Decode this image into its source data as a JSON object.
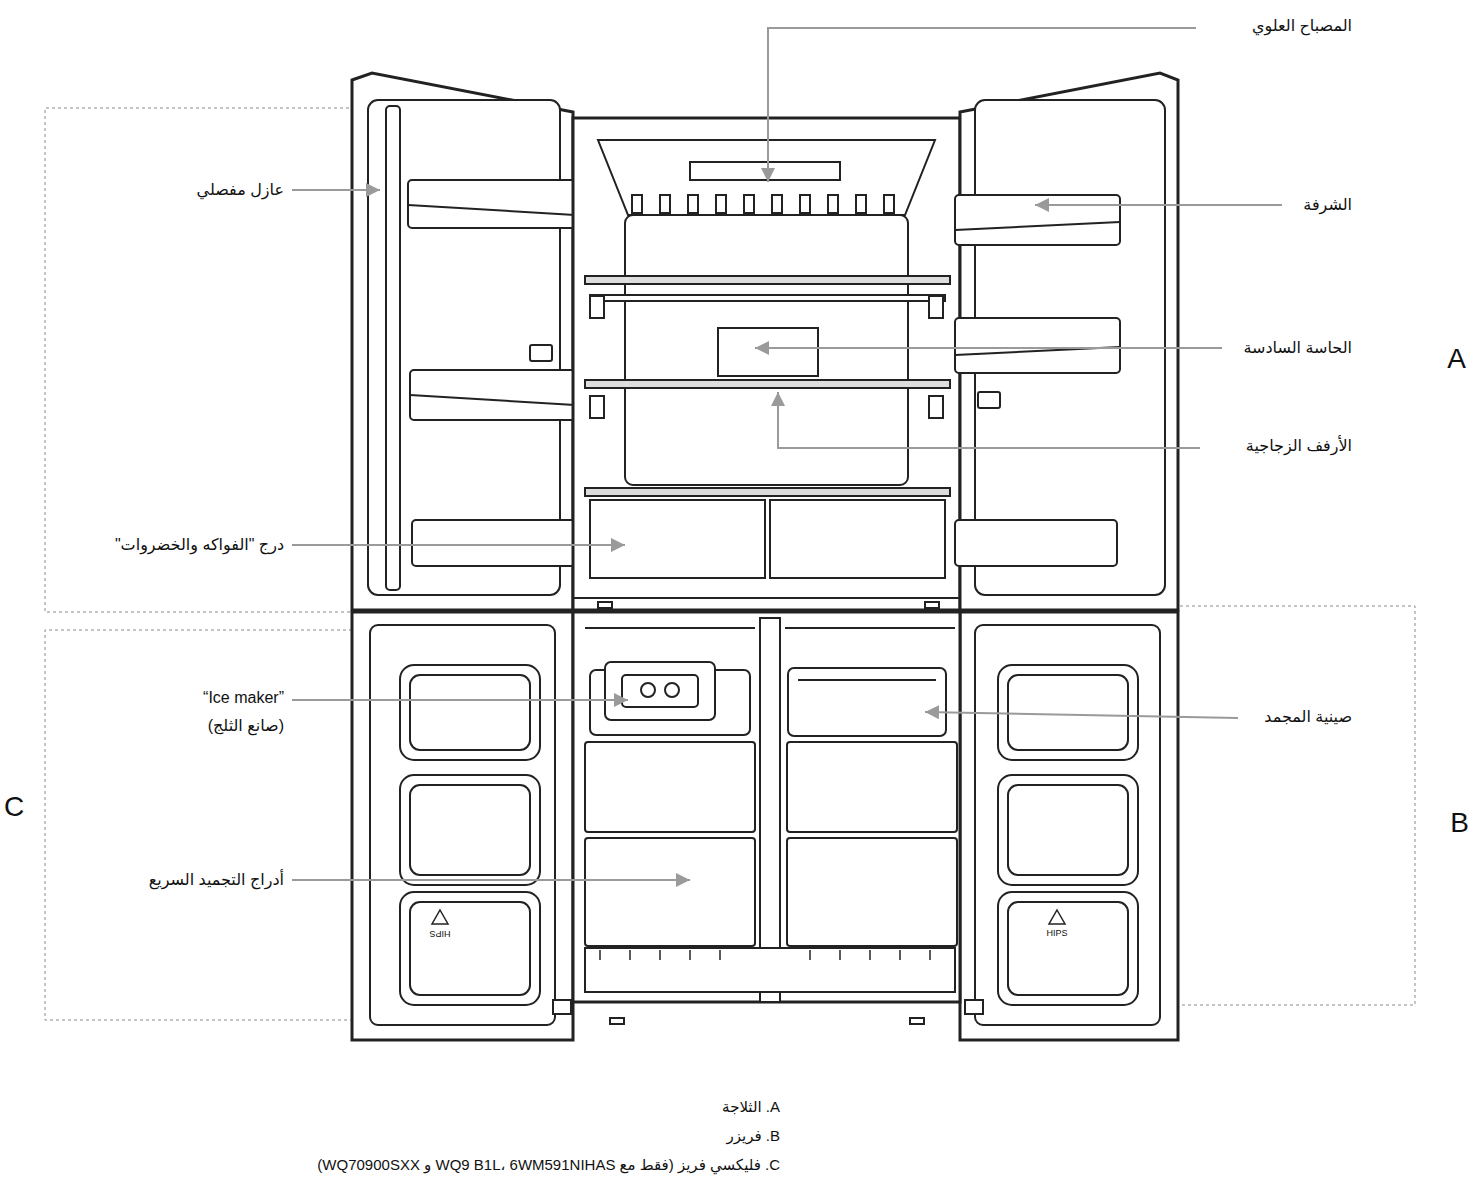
{
  "diagram": {
    "labels": [
      "المصباح العلوي",
      "عازل مفصلي",
      "الشرفة",
      "A",
      "الحاسة السادسة",
      "الأرفف الزجاجية",
      "درج \"الفواكه والخضروات\"",
      "“Ice maker”",
      "(صانع الثلج)",
      "صينية المجمد",
      "B",
      "C",
      "أدراج التجميد السريع",
      "HIPS",
      "HIPS",
      "A. الثلاجة",
      "B. فريزر",
      "C. فليكسي فريز (فقط مع WQ9 B1L، 6WM591NIHAS و WQ70900SXX)"
    ]
  }
}
